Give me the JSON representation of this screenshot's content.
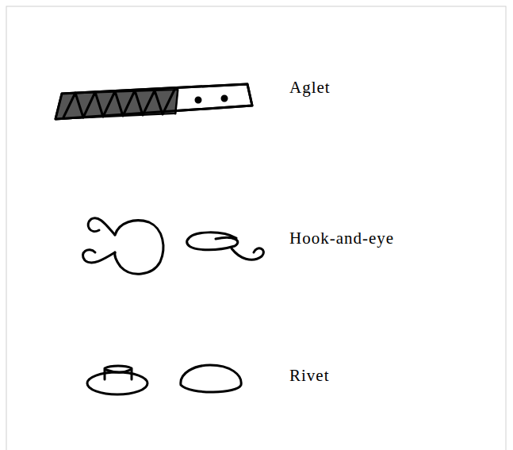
{
  "diagram": {
    "labels": [
      "Aglet",
      "Hook-and-eye",
      "Rivet"
    ]
  }
}
